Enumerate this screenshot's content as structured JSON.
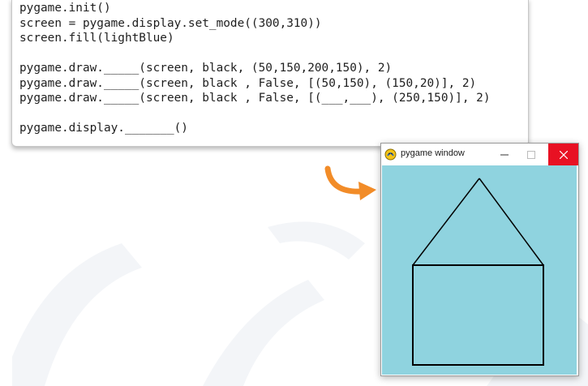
{
  "code_lines": [
    "pygame.init()",
    "screen = pygame.display.set_mode((300,310))",
    "screen.fill(lightBlue)",
    "",
    "pygame.draw._____(screen, black, (50,150,200,150), 2)",
    "pygame.draw._____(screen, black , False, [(50,150), (150,20)], 2)",
    "pygame.draw._____(screen, black , False, [(___,___), (250,150)], 2)",
    "",
    "pygame.display._______()"
  ],
  "window": {
    "title": "pygame window",
    "icon": "pygame-snake-icon",
    "minimize_icon": "minimize-icon",
    "maximize_icon": "maximize-icon",
    "close_icon": "close-icon",
    "fill_color": "#8fd3df",
    "line_color": "#000000"
  },
  "arrow": {
    "icon": "curved-arrow-icon",
    "color": "#f28c28"
  }
}
